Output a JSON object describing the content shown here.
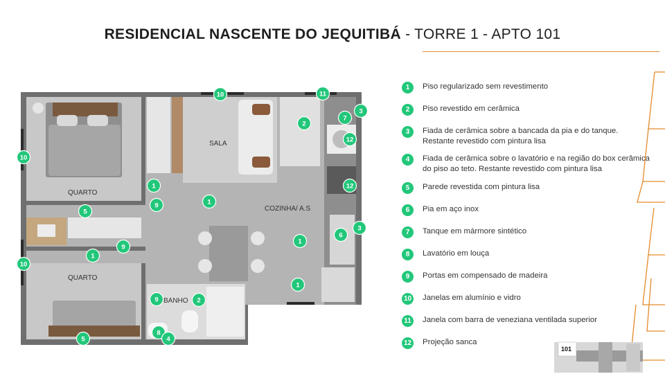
{
  "header": {
    "title_bold": "RESIDENCIAL NASCENTE DO JEQUITIBÁ",
    "title_rest": " - TORRE 1 - APTO 101"
  },
  "rooms": {
    "quarto_1": "QUARTO",
    "quarto_2": "QUARTO",
    "sala": "SALA",
    "cozinha": "COZINHA/ A.S",
    "banho": "BANHO"
  },
  "markers": [
    "10",
    "11",
    "3",
    "2",
    "7",
    "12",
    "12",
    "3",
    "6",
    "1",
    "9",
    "10",
    "5",
    "1",
    "9",
    "1",
    "10",
    "1",
    "2",
    "9",
    "8",
    "4",
    "5",
    "1"
  ],
  "legend": [
    {
      "num": "1",
      "text": "Piso regularizado sem revestimento"
    },
    {
      "num": "2",
      "text": "Piso revestido em cerâmica"
    },
    {
      "num": "3",
      "text": "Fiada de cerâmica sobre a bancada da pia e do tanque. Restante revestido com pintura lisa"
    },
    {
      "num": "4",
      "text": "Fiada de cerâmica sobre o lavatório e na região do box cerâmica do piso ao teto. Restante revestido com pintura lisa"
    },
    {
      "num": "5",
      "text": "Parede revestida com pintura lisa"
    },
    {
      "num": "6",
      "text": "Pia em aço inox"
    },
    {
      "num": "7",
      "text": "Tanque em mármore sintético"
    },
    {
      "num": "8",
      "text": "Lavatório em louça"
    },
    {
      "num": "9",
      "text": "Portas em compensado de madeira"
    },
    {
      "num": "10",
      "text": "Janelas em alumínio e vidro"
    },
    {
      "num": "11",
      "text": "Janela com barra de veneziana ventilada superior"
    },
    {
      "num": "12",
      "text": "Projeção sanca"
    }
  ],
  "keyplan": {
    "unit": "101"
  },
  "colors": {
    "accent": "#22c77a",
    "line": "#e58a2a",
    "wall": "#6e6e6e",
    "floor": "#b9b9b9"
  }
}
